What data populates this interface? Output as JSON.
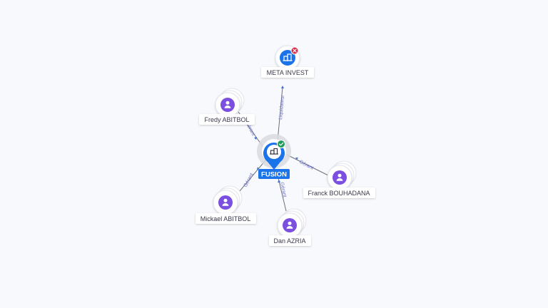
{
  "colors": {
    "person": "#7b4fe0",
    "company": "#1a73e8",
    "edge": "#6d7079",
    "edge_label": "#6b72c9",
    "active_badge": "#1e9e5a",
    "closed_badge": "#d62d4b"
  },
  "center": {
    "label": "FUSION",
    "icon": "building-icon",
    "status_icon": "check-icon"
  },
  "company_nodes": [
    {
      "id": "meta",
      "label": "META INVEST",
      "icon": "building-icon",
      "status_icon": "close-icon",
      "edge_label": "Liquidateur"
    }
  ],
  "person_nodes": [
    {
      "id": "fredy",
      "label": "Fredy ABITBOL",
      "icon": "person-icon",
      "edge_label": "Gérant"
    },
    {
      "id": "franck",
      "label": "Franck BOUHADANA",
      "icon": "person-icon",
      "edge_label": "Gérant"
    },
    {
      "id": "mickael",
      "label": "Mickael ABITBOL",
      "icon": "person-icon",
      "edge_label": "Gérant"
    },
    {
      "id": "dan",
      "label": "Dan AZRIA",
      "icon": "person-icon",
      "edge_label": "Gérant"
    }
  ]
}
